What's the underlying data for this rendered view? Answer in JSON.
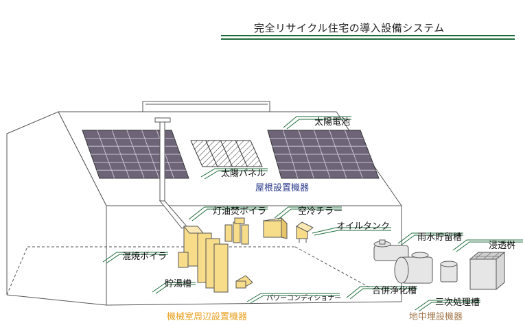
{
  "title": "完全リサイクル住宅の導入設備システム",
  "labels": {
    "solar_battery": "太陽電池",
    "solar_panel": "太陽パネル",
    "roof_equipment": "屋根設置機器",
    "kerosene_boiler": "灯油焚ボイラ",
    "air_chiller": "空冷チラー",
    "oil_tank": "オイルタンク",
    "mixed_boiler": "混焼ボイラ",
    "hot_water_tank": "貯湯槽",
    "power_conditioner": "パワーコンディショナー",
    "machine_room_equipment": "機械室周辺設置機器",
    "rainwater_tank": "雨水貯留槽",
    "infiltration_basin": "浸透桝",
    "septic_tank": "合併浄化槽",
    "tertiary_tank": "三次処理槽",
    "underground_equipment": "地中埋設機器"
  },
  "colors": {
    "accent_green": "#1e6b3a",
    "panel_purple": "#6e6478",
    "equipment_yellow": "#f7dc8a",
    "group_orange": "#e8a020",
    "group_brown": "#a67c52",
    "group_navy": "#2b3a8c"
  }
}
